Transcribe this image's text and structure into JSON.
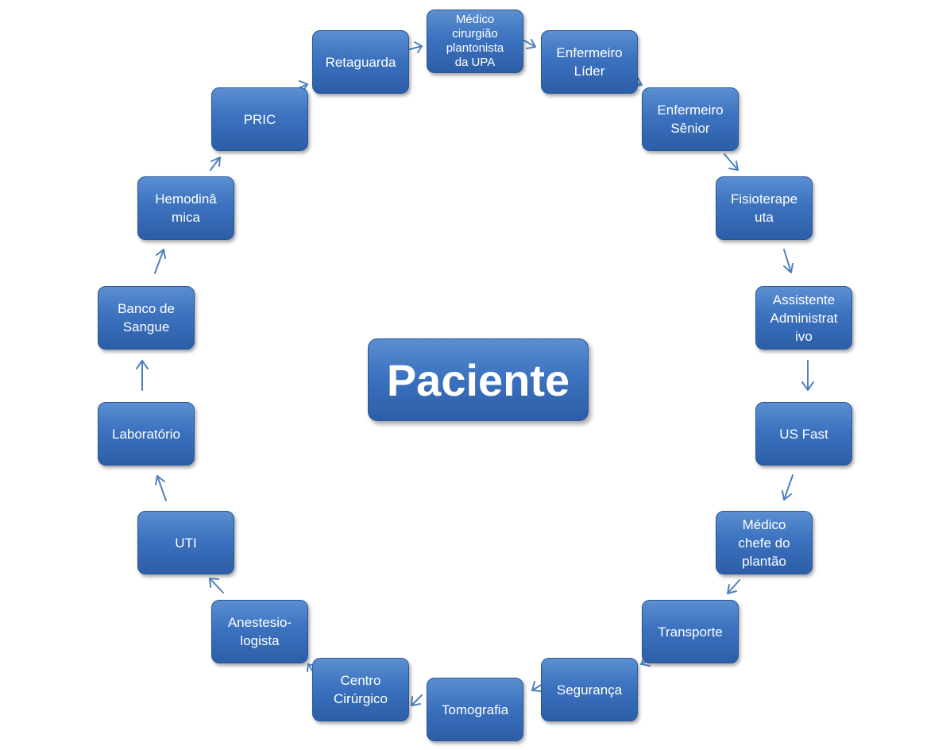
{
  "center": {
    "label": "Paciente"
  },
  "nodes": [
    {
      "id": "medico-cirurgiao",
      "label": "Médico\ncirurgião\nplantonista\nda UPA"
    },
    {
      "id": "enfermeiro-lider",
      "label": "Enfermeiro\nLíder"
    },
    {
      "id": "enfermeiro-senior",
      "label": "Enfermeiro\nSênior"
    },
    {
      "id": "fisioterapeuta",
      "label": "Fisioterape\nuta"
    },
    {
      "id": "assistente-administrativo",
      "label": "Assistente\nAdministrat\nivo"
    },
    {
      "id": "us-fast",
      "label": "US Fast"
    },
    {
      "id": "medico-chefe",
      "label": "Médico\nchefe do\nplantão"
    },
    {
      "id": "transporte",
      "label": "Transporte"
    },
    {
      "id": "seguranca",
      "label": "Segurança"
    },
    {
      "id": "tomografia",
      "label": "Tomografia"
    },
    {
      "id": "centro-cirurgico",
      "label": "Centro\nCirúrgico"
    },
    {
      "id": "anestesiologista",
      "label": "Anestesio-\nlogista"
    },
    {
      "id": "uti",
      "label": "UTI"
    },
    {
      "id": "laboratorio",
      "label": "Laboratório"
    },
    {
      "id": "banco-de-sangue",
      "label": "Banco de\nSangue"
    },
    {
      "id": "hemodinamica",
      "label": "Hemodinâ\nmica"
    },
    {
      "id": "pric",
      "label": "PRIC"
    },
    {
      "id": "retaguarda",
      "label": "Retaguarda"
    }
  ],
  "style": {
    "node_color": "#3c72bf",
    "arrow_color": "#4f81bd",
    "text_color": "#ffffff"
  }
}
